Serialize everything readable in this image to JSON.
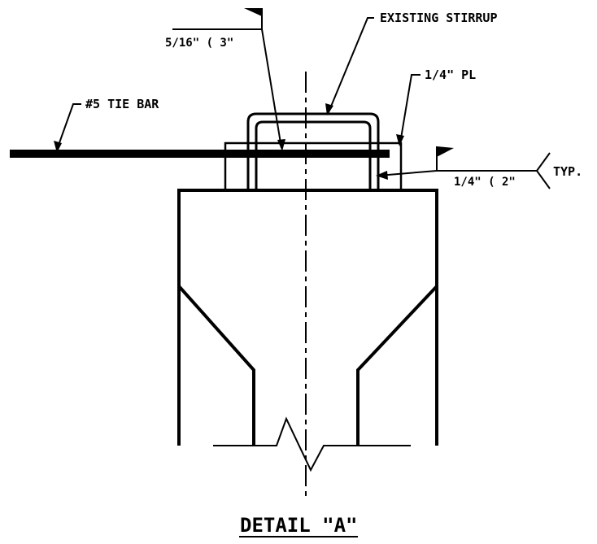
{
  "labels": {
    "existing_stirrup": "EXISTING STIRRUP",
    "plate": "1/4\" PL",
    "tie_bar": "#5 TIE BAR",
    "weld_top": "5/16\" ( 3\"",
    "weld_side": "1/4\" ( 2\"",
    "typ": "TYP.",
    "title": "DETAIL \"A\""
  },
  "colors": {
    "line": "#000000",
    "background": "#ffffff"
  }
}
